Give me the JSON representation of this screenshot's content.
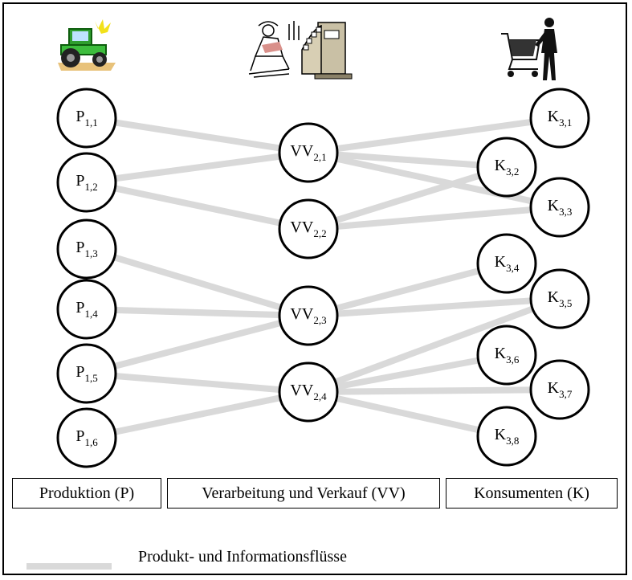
{
  "icons": {
    "production": "tractor-icon",
    "processing": "butcher-and-cash-register-icon",
    "consumers": "shopper-with-cart-icon"
  },
  "colors": {
    "flow": "#d9d9d9",
    "node_border": "#000000"
  },
  "nodes": {
    "P": [
      {
        "main": "P",
        "sub": "1,1"
      },
      {
        "main": "P",
        "sub": "1,2"
      },
      {
        "main": "P",
        "sub": "1,3"
      },
      {
        "main": "P",
        "sub": "1,4"
      },
      {
        "main": "P",
        "sub": "1,5"
      },
      {
        "main": "P",
        "sub": "1,6"
      }
    ],
    "VV": [
      {
        "main": "VV",
        "sub": "2,1"
      },
      {
        "main": "VV",
        "sub": "2,2"
      },
      {
        "main": "VV",
        "sub": "2,3"
      },
      {
        "main": "VV",
        "sub": "2,4"
      }
    ],
    "K": [
      {
        "main": "K",
        "sub": "3,1"
      },
      {
        "main": "K",
        "sub": "3,2"
      },
      {
        "main": "K",
        "sub": "3,3"
      },
      {
        "main": "K",
        "sub": "3,4"
      },
      {
        "main": "K",
        "sub": "3,5"
      },
      {
        "main": "K",
        "sub": "3,6"
      },
      {
        "main": "K",
        "sub": "3,7"
      },
      {
        "main": "K",
        "sub": "3,8"
      }
    ]
  },
  "edges": [
    [
      "P1",
      "VV1"
    ],
    [
      "P2",
      "VV1"
    ],
    [
      "P2",
      "VV2"
    ],
    [
      "P3",
      "VV3"
    ],
    [
      "P4",
      "VV3"
    ],
    [
      "P5",
      "VV3"
    ],
    [
      "P5",
      "VV4"
    ],
    [
      "P6",
      "VV4"
    ],
    [
      "VV1",
      "K1"
    ],
    [
      "VV1",
      "K2"
    ],
    [
      "VV1",
      "K3"
    ],
    [
      "VV2",
      "K2"
    ],
    [
      "VV2",
      "K3"
    ],
    [
      "VV3",
      "K4"
    ],
    [
      "VV3",
      "K5"
    ],
    [
      "VV4",
      "K5"
    ],
    [
      "VV4",
      "K6"
    ],
    [
      "VV4",
      "K7"
    ],
    [
      "VV4",
      "K8"
    ]
  ],
  "stages": {
    "production": "Produktion (P)",
    "processing": "Verarbeitung und Verkauf (VV)",
    "consumers": "Konsumenten (K)"
  },
  "legend": {
    "label": "Produkt- und Informationsflüsse"
  }
}
